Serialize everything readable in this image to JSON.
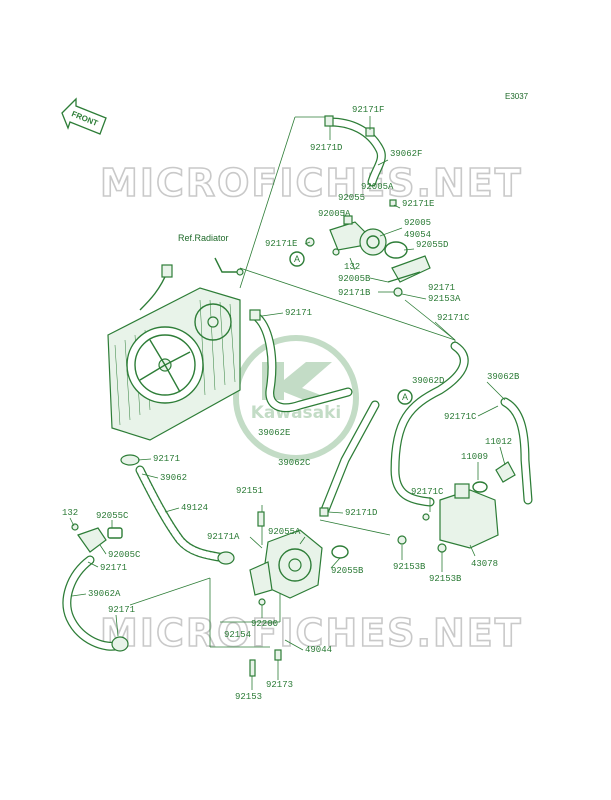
{
  "diagram": {
    "code": "E3037",
    "direction_label": "FRONT",
    "ref_label": "Ref.Radiator",
    "watermark_top": "MICROFICHES.NET",
    "watermark_bottom": "MICROFICHES.NET",
    "logo_text": "Kawasaki",
    "callout_symbol": "A",
    "colors": {
      "line": "#2d7d37",
      "text": "#2a7a35",
      "watermark": "#c9c9c9",
      "logo": "#c3dcc6"
    }
  },
  "part_labels": [
    "92171F",
    "92171D",
    "39062F",
    "92005A",
    "92055",
    "92171E",
    "92005A",
    "92171E",
    "92005",
    "49054",
    "92055D",
    "132",
    "92005B",
    "92171B",
    "92171",
    "92153A",
    "92171",
    "92171C",
    "39062D",
    "39062B",
    "92171C",
    "11012",
    "11009",
    "39062E",
    "39062C",
    "92171",
    "39062",
    "49124",
    "92151",
    "92171D",
    "92171A",
    "92055A",
    "132",
    "92055C",
    "92005C",
    "92171",
    "39062A",
    "92171",
    "92171C",
    "92153B",
    "43078",
    "92153B",
    "92055B",
    "92200",
    "92154",
    "49044",
    "92173",
    "92153"
  ]
}
